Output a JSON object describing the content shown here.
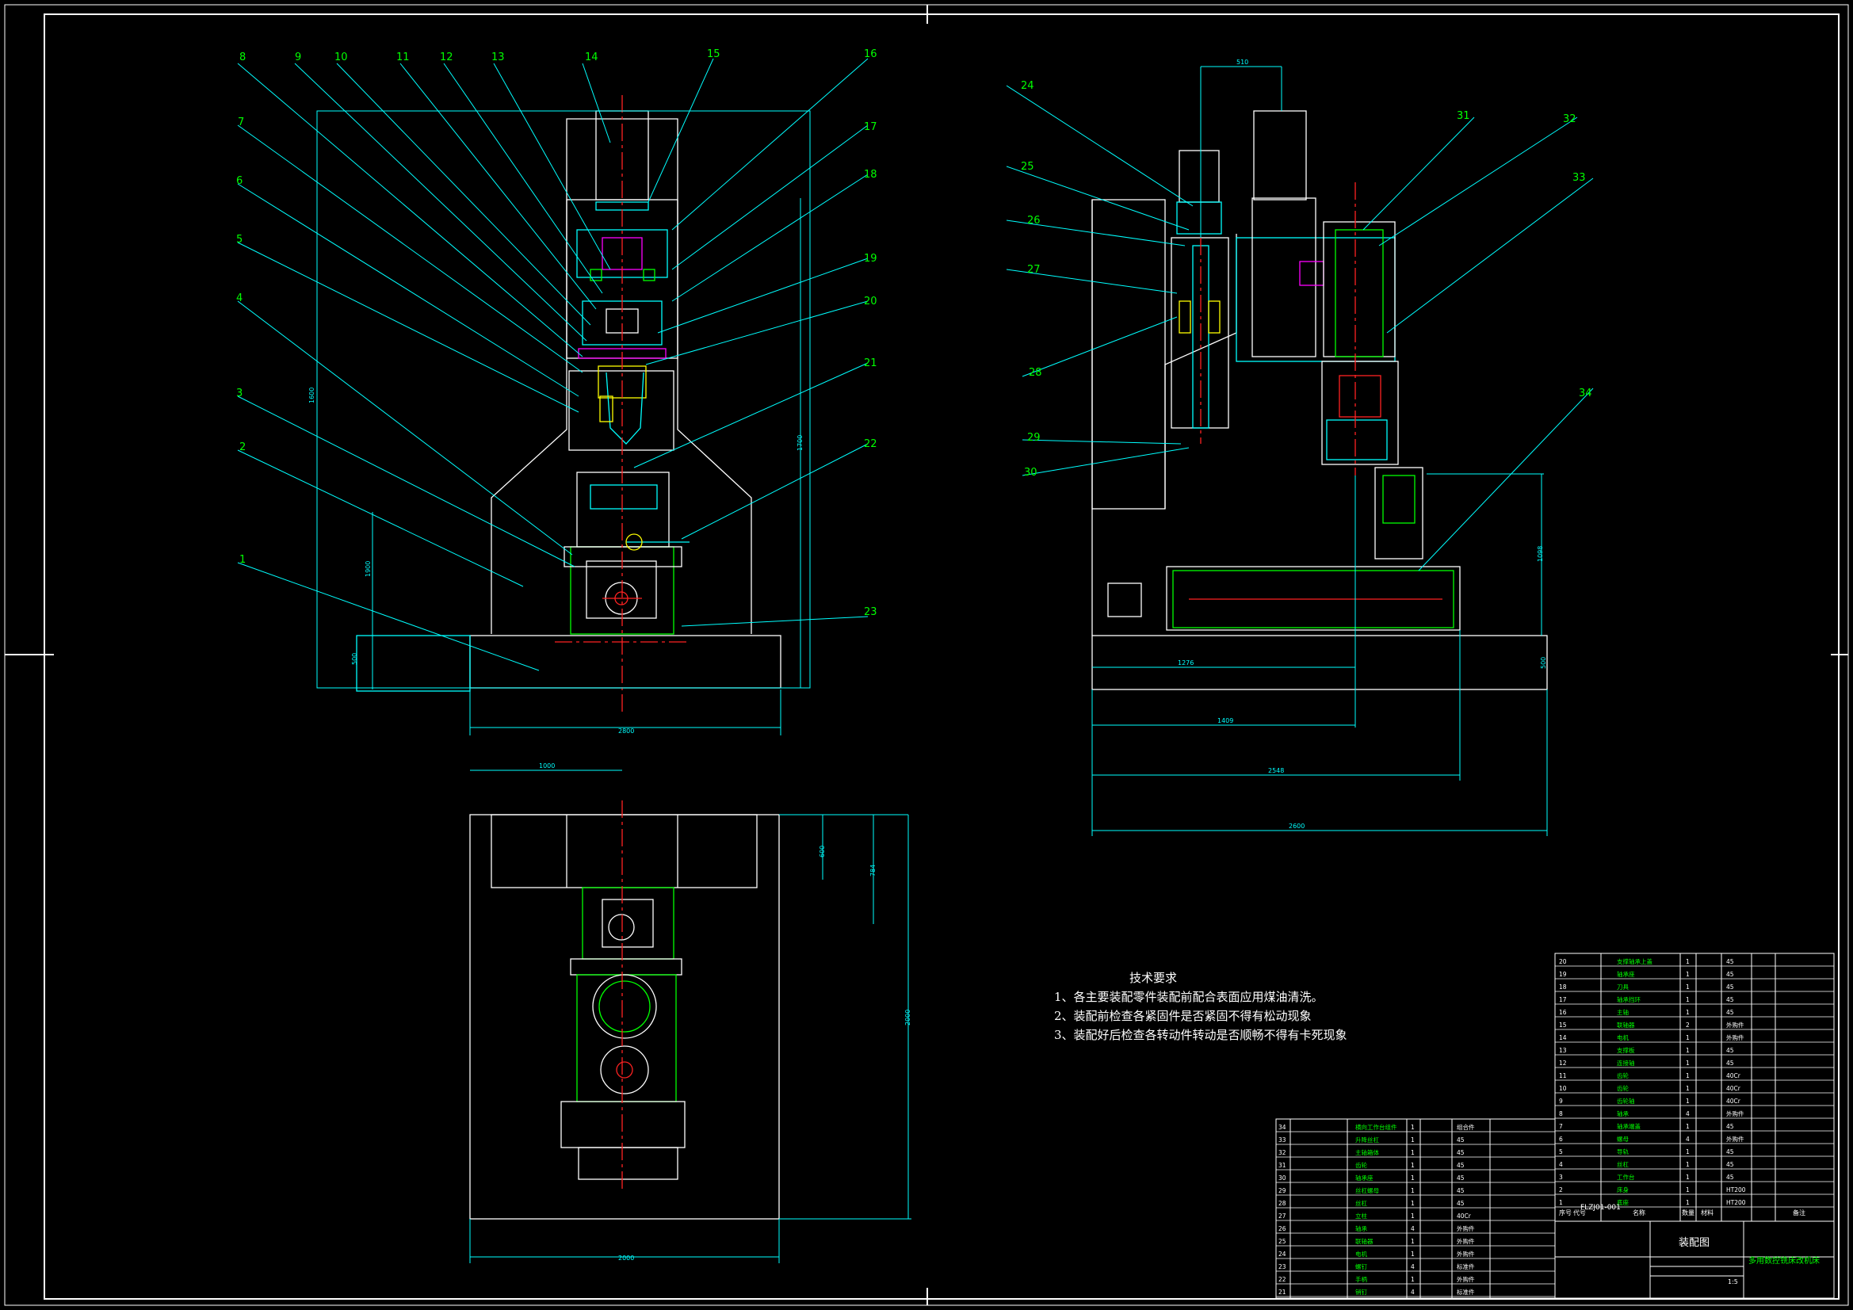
{
  "drawing": {
    "title_cn": "装配图",
    "product_name": "多用数控铣床改机床",
    "code": "FLZJ01-001",
    "scale": "1:5"
  },
  "front_view": {
    "balloons": [
      "1",
      "2",
      "3",
      "4",
      "5",
      "6",
      "7",
      "8",
      "9",
      "10",
      "11",
      "12",
      "13",
      "14",
      "15",
      "16",
      "17",
      "18",
      "19",
      "20",
      "21",
      "22",
      "23"
    ],
    "dims": [
      "2800",
      "1600",
      "1700",
      "500",
      "1900"
    ]
  },
  "side_view": {
    "balloons": [
      "24",
      "25",
      "26",
      "27",
      "28",
      "29",
      "30",
      "31",
      "32",
      "33",
      "34"
    ],
    "dims": [
      "510",
      "1276",
      "1409",
      "2548",
      "2600",
      "1098",
      "500"
    ]
  },
  "top_view": {
    "dims": [
      "1000",
      "600",
      "2000",
      "784",
      "2000"
    ]
  },
  "tech_requirements": {
    "title": "技术要求",
    "items": [
      "1、各主要装配零件装配前配合表面应用煤油清洗。",
      "2、装配前检查各紧固件是否紧固不得有松动现象",
      "3、装配好后检查各转动件转动是否顺畅不得有卡死现象"
    ]
  },
  "bom_right": {
    "rows": [
      [
        "20",
        "支撑轴承上盖",
        "1",
        "45",
        ""
      ],
      [
        "19",
        "轴承座",
        "1",
        "45",
        ""
      ],
      [
        "18",
        "刀具",
        "1",
        "45",
        ""
      ],
      [
        "17",
        "轴承挡环",
        "1",
        "45",
        ""
      ],
      [
        "16",
        "主轴",
        "1",
        "45",
        ""
      ],
      [
        "15",
        "联轴器",
        "2",
        "外购件",
        ""
      ],
      [
        "14",
        "电机",
        "1",
        "外购件",
        ""
      ],
      [
        "13",
        "支撑板",
        "1",
        "45",
        ""
      ],
      [
        "12",
        "连接轴",
        "1",
        "45",
        ""
      ],
      [
        "11",
        "齿轮",
        "1",
        "40Cr",
        ""
      ],
      [
        "10",
        "齿轮",
        "1",
        "40Cr",
        ""
      ],
      [
        "9",
        "齿轮轴",
        "1",
        "40Cr",
        ""
      ],
      [
        "8",
        "轴承",
        "4",
        "外购件",
        ""
      ],
      [
        "7",
        "轴承端盖",
        "1",
        "45",
        ""
      ],
      [
        "6",
        "螺母",
        "4",
        "外购件",
        ""
      ],
      [
        "5",
        "导轨",
        "1",
        "45",
        ""
      ],
      [
        "4",
        "丝杠",
        "1",
        "45",
        ""
      ],
      [
        "3",
        "工作台",
        "1",
        "45",
        ""
      ],
      [
        "2",
        "床身",
        "1",
        "HT200",
        ""
      ],
      [
        "1",
        "底座",
        "1",
        "HT200",
        ""
      ]
    ],
    "header": [
      "序号",
      "代号",
      "名称",
      "数量",
      "材料",
      "备注"
    ]
  },
  "bom_left": {
    "rows": [
      [
        "34",
        "横向工作台组件",
        "1",
        "组合件"
      ],
      [
        "33",
        "升降丝杠",
        "1",
        "45"
      ],
      [
        "32",
        "主轴箱体",
        "1",
        "45"
      ],
      [
        "31",
        "齿轮",
        "1",
        "45"
      ],
      [
        "30",
        "轴承座",
        "1",
        "45"
      ],
      [
        "29",
        "丝杠螺母",
        "1",
        "45"
      ],
      [
        "28",
        "丝杠",
        "1",
        "45"
      ],
      [
        "27",
        "立柱",
        "1",
        "40Cr"
      ],
      [
        "26",
        "轴承",
        "4",
        "外购件"
      ],
      [
        "25",
        "联轴器",
        "1",
        "外购件"
      ],
      [
        "24",
        "电机",
        "1",
        "外购件"
      ],
      [
        "23",
        "螺钉",
        "4",
        "标准件"
      ],
      [
        "22",
        "手柄",
        "1",
        "外购件"
      ],
      [
        "21",
        "销钉",
        "4",
        "标准件"
      ]
    ]
  },
  "colors": {
    "line": "#ffffff",
    "cyan": "#00ffff",
    "green": "#00ff00",
    "red": "#ff2020",
    "yellow": "#ffff00",
    "magenta": "#ff00ff",
    "blue": "#4060ff"
  }
}
